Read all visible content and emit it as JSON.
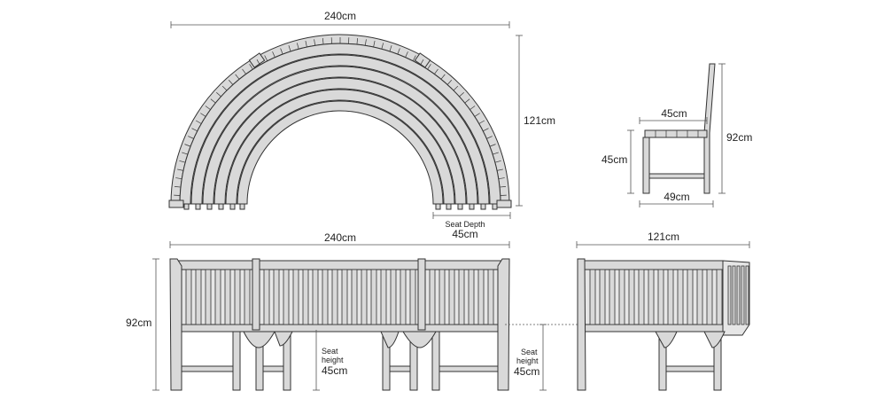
{
  "dimensions": {
    "top_arc_width": "240cm",
    "top_arc_depth": "121cm",
    "seat_depth_label": "Seat Depth",
    "seat_depth_value": "45cm",
    "side_seat_depth": "45cm",
    "side_seat_height": "45cm",
    "side_height": "92cm",
    "side_leg_span": "49cm",
    "front_width": "240cm",
    "front_height": "92cm",
    "front_seat_height_label_1": "Seat",
    "front_seat_height_label_2": "height",
    "front_seat_height_value": "45cm",
    "end_width": "121cm",
    "end_seat_height_label_1": "Seat",
    "end_seat_height_label_2": "height",
    "end_seat_height_value": "45cm"
  },
  "colors": {
    "wood": "#d9d9d9",
    "line": "#333333",
    "dim": "#555555"
  }
}
